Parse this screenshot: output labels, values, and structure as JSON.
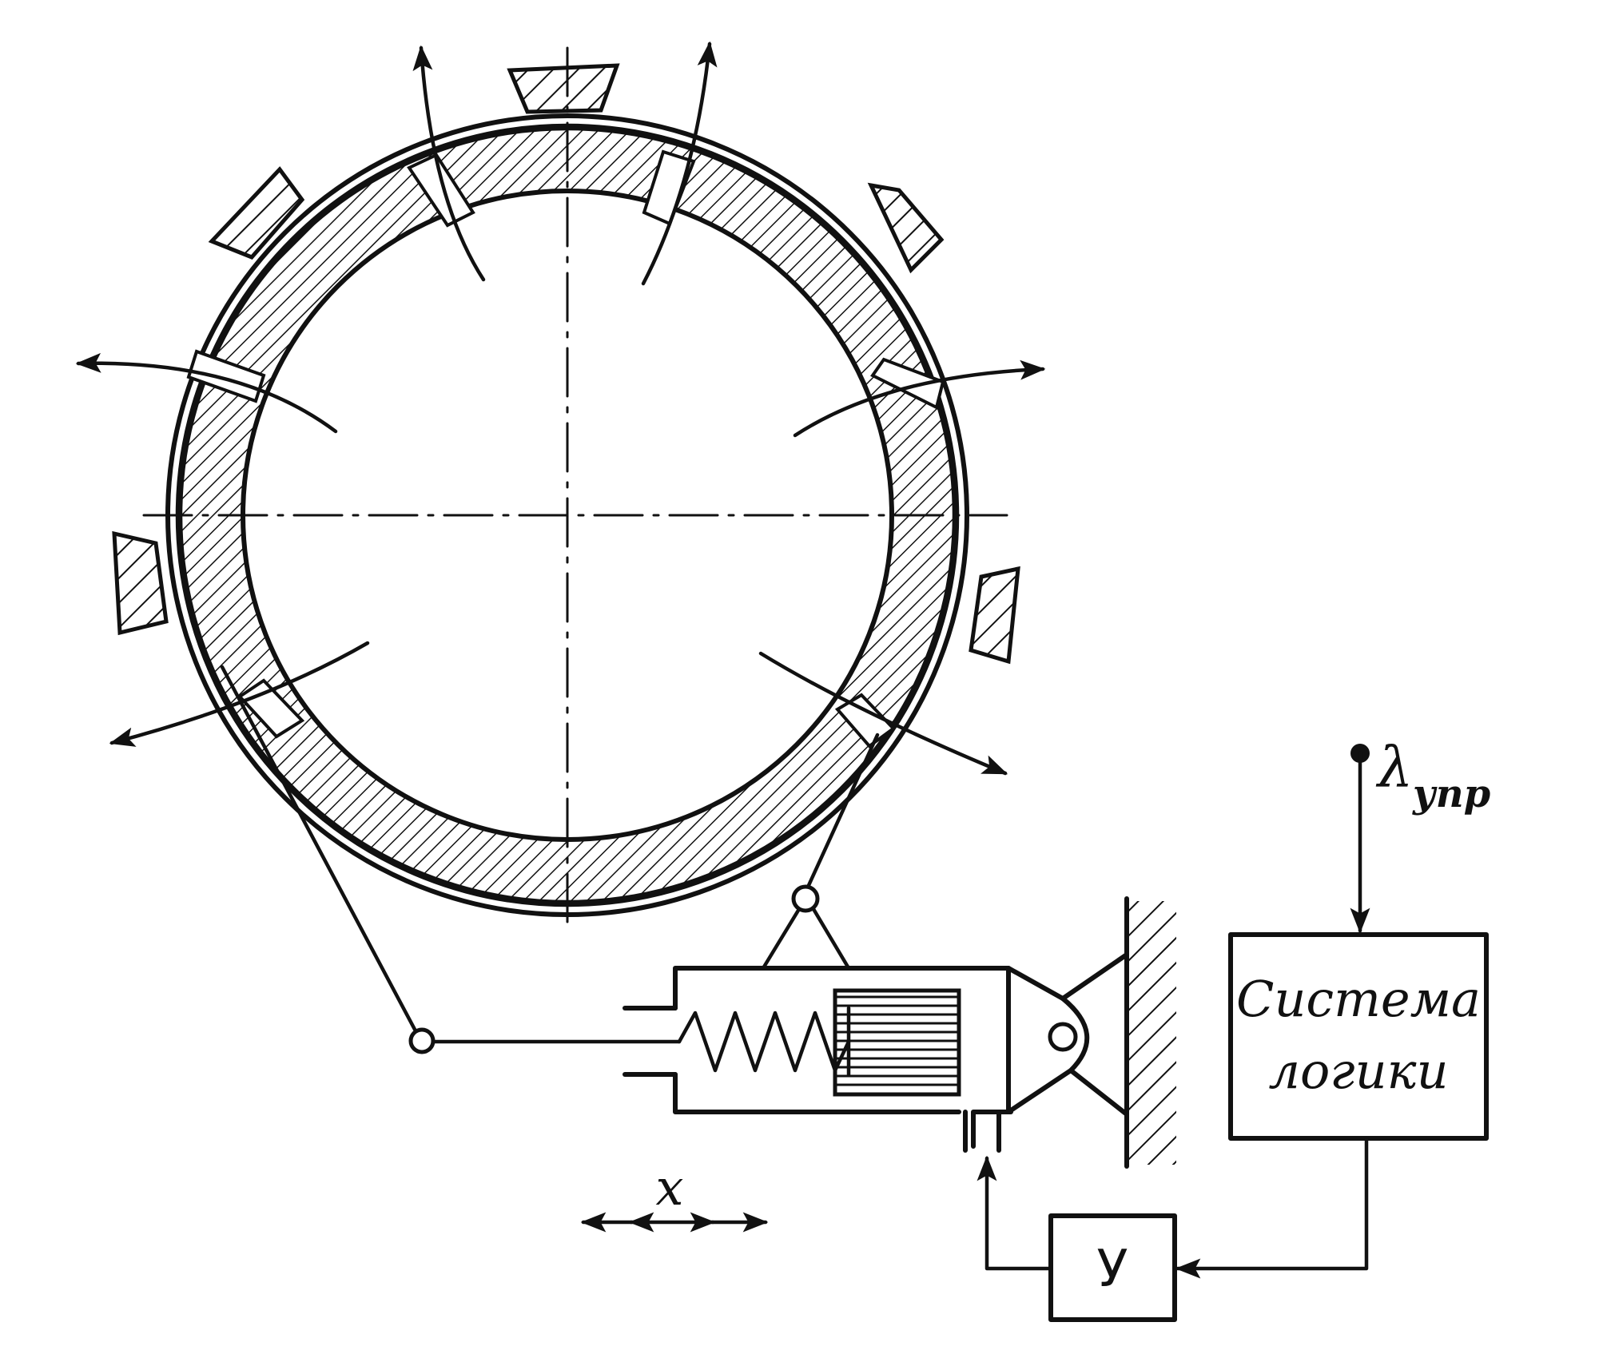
{
  "labels": {
    "logic_line1": "Система",
    "logic_line2": "логики",
    "amplifier": "У",
    "displacement": "x",
    "control_symbol": "λ",
    "control_subscript": "упр"
  }
}
